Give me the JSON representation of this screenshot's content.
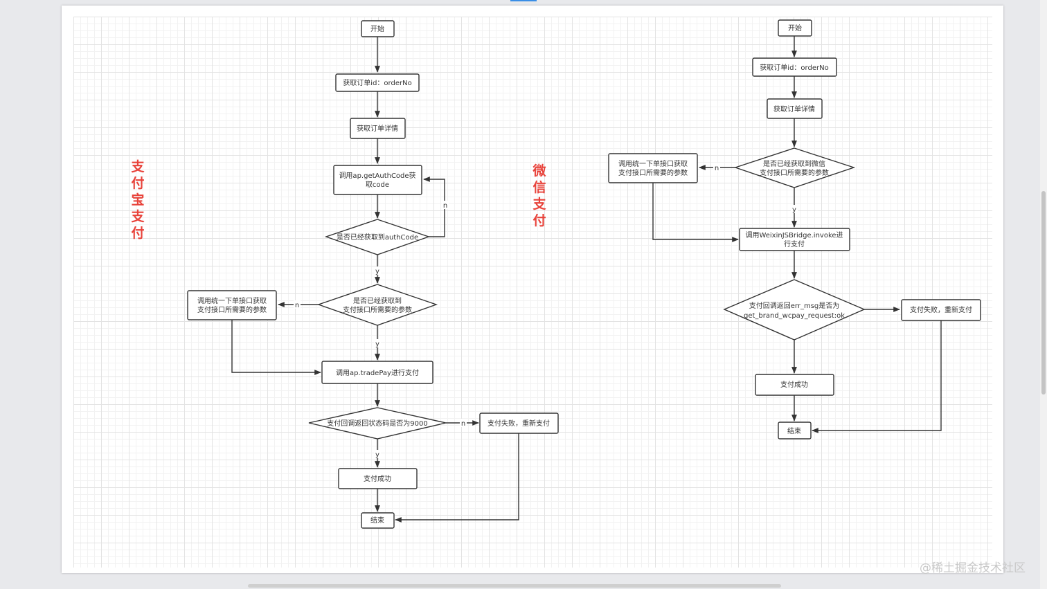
{
  "sections": {
    "alipay_title": "支付宝支付",
    "wechat_title": "微信支付"
  },
  "alipay_flow": {
    "nodes": {
      "start": "开始",
      "get_order_id": "获取订单id：orderNo",
      "get_order_detail": "获取订单详情",
      "get_auth_code": [
        "调用ap.getAuthCode获",
        "取code"
      ],
      "check_auth_code": "是否已经获取到authCode",
      "check_params": [
        "是否已经获取到",
        "支付接口所需要的参数"
      ],
      "call_unified_order": [
        "调用统一下单接口获取",
        "支付接口所需要的参数"
      ],
      "trade_pay": "调用ap.tradePay进行支付",
      "check_status": "支付回调返回状态码是否为9000",
      "pay_fail": "支付失败，重新支付",
      "pay_success": "支付成功",
      "end": "结束"
    },
    "edge_labels": {
      "auth_no": "n",
      "auth_yes": "y",
      "params_no": "n",
      "params_yes": "y",
      "status_no": "n",
      "status_yes": "y"
    }
  },
  "wechat_flow": {
    "nodes": {
      "start": "开始",
      "get_order_id": "获取订单id：orderNo",
      "get_order_detail": "获取订单详情",
      "check_params": [
        "是否已经获取到微信",
        "支付接口所需要的参数"
      ],
      "call_unified_order": [
        "调用统一下单接口获取",
        "支付接口所需要的参数"
      ],
      "invoke": [
        "调用WeixinJSBridge.invoke进",
        "行支付"
      ],
      "check_err_msg": [
        "支付回调返回err_msg是否为",
        "get_brand_wcpay_request:ok"
      ],
      "pay_fail": "支付失败，重新支付",
      "pay_success": "支付成功",
      "end": "结束"
    },
    "edge_labels": {
      "params_no": "n",
      "params_yes": "y"
    }
  },
  "watermark": "@稀土掘金技术社区"
}
